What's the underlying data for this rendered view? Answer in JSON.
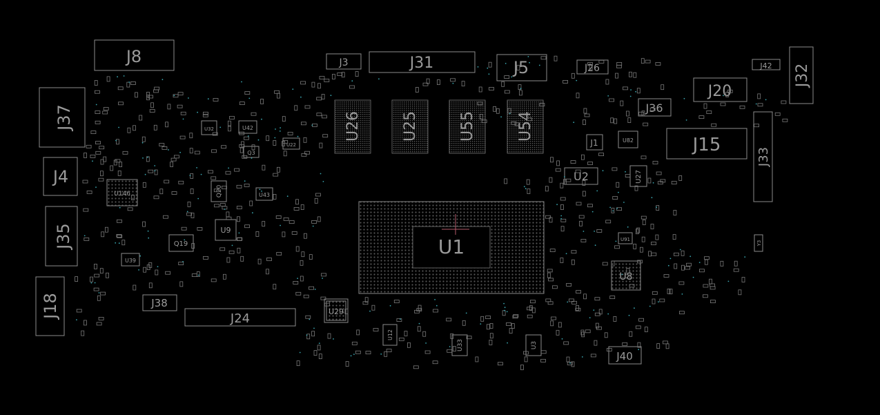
{
  "board": {
    "background": "#000000",
    "outline_color": "#8c8c8c",
    "via_color": "#3aa6b0",
    "connectors": [
      {
        "id": "j8",
        "label": "J8"
      },
      {
        "id": "j3",
        "label": "J3"
      },
      {
        "id": "j31",
        "label": "J31"
      },
      {
        "id": "j5",
        "label": "J5"
      },
      {
        "id": "j26",
        "label": "J26"
      },
      {
        "id": "j42",
        "label": "J42"
      },
      {
        "id": "j32",
        "label": "J32"
      },
      {
        "id": "j37",
        "label": "J37"
      },
      {
        "id": "j20",
        "label": "J20"
      },
      {
        "id": "j36",
        "label": "J36"
      },
      {
        "id": "j15",
        "label": "J15"
      },
      {
        "id": "j33",
        "label": "J33"
      },
      {
        "id": "j1",
        "label": "J1"
      },
      {
        "id": "j4",
        "label": "J4"
      },
      {
        "id": "j35",
        "label": "J35"
      },
      {
        "id": "j18",
        "label": "J18"
      },
      {
        "id": "j38",
        "label": "J38"
      },
      {
        "id": "j24",
        "label": "J24"
      },
      {
        "id": "j40",
        "label": "J40"
      }
    ],
    "chips": [
      {
        "id": "u26",
        "label": "U26"
      },
      {
        "id": "u25",
        "label": "U25"
      },
      {
        "id": "u55",
        "label": "U55"
      },
      {
        "id": "u54",
        "label": "U54"
      },
      {
        "id": "u1",
        "label": "U1"
      },
      {
        "id": "u2",
        "label": "U2"
      },
      {
        "id": "u27",
        "label": "U27"
      },
      {
        "id": "u8",
        "label": "U8"
      },
      {
        "id": "u29",
        "label": "U29"
      },
      {
        "id": "u9",
        "label": "U9"
      },
      {
        "id": "u146",
        "label": "U146"
      },
      {
        "id": "u82",
        "label": "U82"
      },
      {
        "id": "q19",
        "label": "Q19"
      },
      {
        "id": "q20",
        "label": "Q20"
      },
      {
        "id": "u42",
        "label": "U42"
      },
      {
        "id": "u43",
        "label": "U43"
      },
      {
        "id": "q3",
        "label": "Q3"
      },
      {
        "id": "u39",
        "label": "U39"
      },
      {
        "id": "u33",
        "label": "U33"
      },
      {
        "id": "u3",
        "label": "U3"
      },
      {
        "id": "u91",
        "label": "U91"
      },
      {
        "id": "u12",
        "label": "U12"
      },
      {
        "id": "y3",
        "label": "Y3"
      },
      {
        "id": "u32",
        "label": "U32"
      },
      {
        "id": "u22",
        "label": "U22"
      }
    ]
  }
}
